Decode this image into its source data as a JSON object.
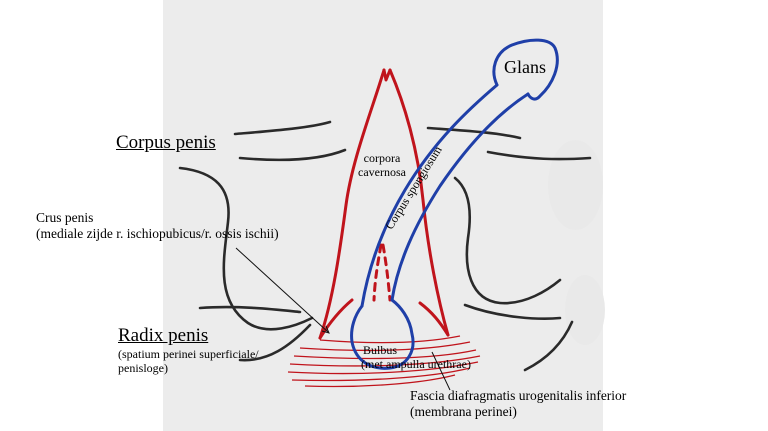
{
  "labels": {
    "glans": "Glans",
    "corpus_penis": "Corpus penis",
    "corpora_cavernosa_1": "corpora",
    "corpora_cavernosa_2": "cavernosa",
    "corpus_spongiosum": "Corpus spongiosum",
    "crus_penis_1": "Crus penis",
    "crus_penis_2": "(mediale zijde r. ischiopubicus/r. ossis ischii)",
    "radix_penis": "Radix penis",
    "radix_sub_1": "(spatium perinei superficiale/",
    "radix_sub_2": "penisloge)",
    "bulbus": "Bulbus",
    "bulbus_sub": "(met ampulla urethrae)",
    "fascia_1": "Fascia diafragmatis urogenitalis inferior",
    "fascia_2": "(membrana perinei)"
  },
  "colors": {
    "cavernosa": "#c0141c",
    "spongiosum": "#1f3fa8",
    "outline": "#2a2a2a",
    "panel": "#ececec"
  }
}
